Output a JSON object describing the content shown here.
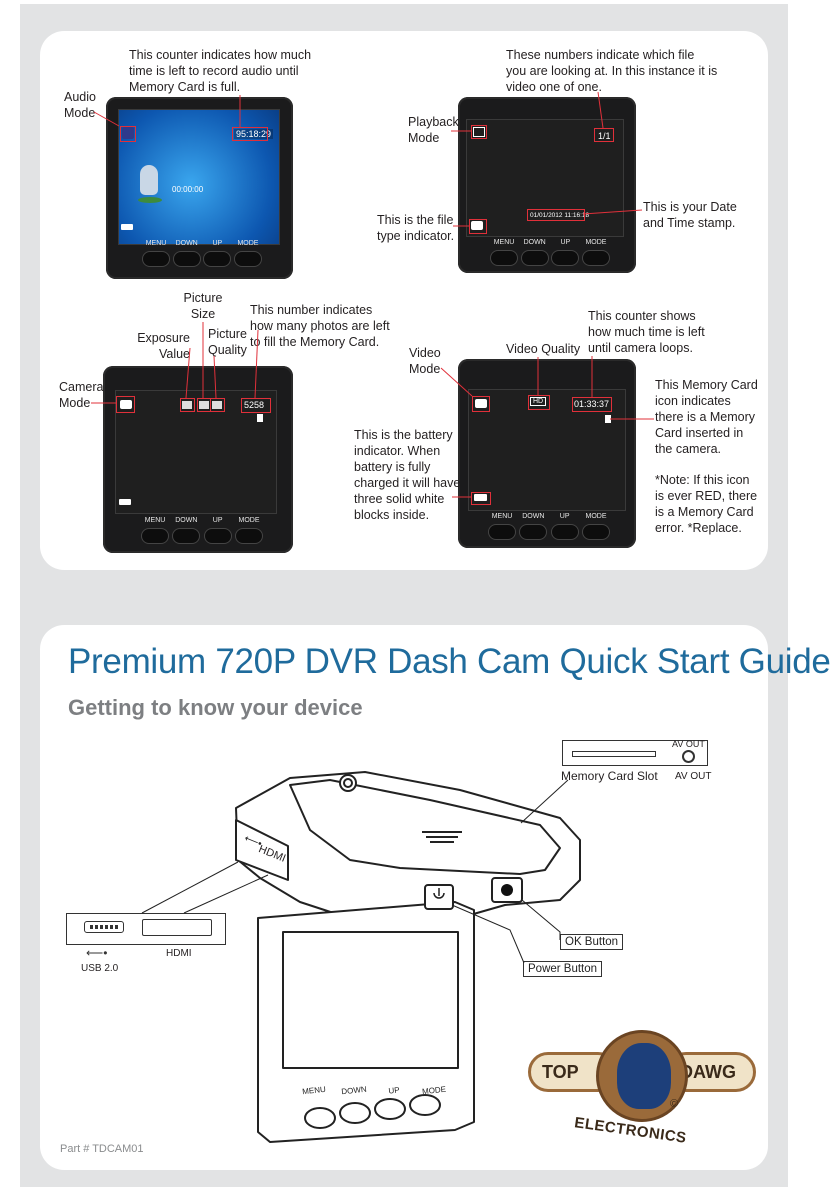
{
  "top_panel": {
    "audio": {
      "mode_label": "Audio\nMode",
      "counter_note": "This counter indicates how much\ntime is left to record audio until\nMemory Card is full.",
      "screen_time": "95:18:29",
      "screen_counter": "00:00:00"
    },
    "playback": {
      "mode_label": "Playback\nMode",
      "numbers_note": "These numbers indicate which file\nyou are looking at. In this instance it is\nvideo one of one.",
      "file_note": "This is the file\ntype indicator.",
      "date_note": "This is your Date\nand Time stamp.",
      "screen_counter": "1/1",
      "screen_date": "01/01/2012  11:16:18"
    },
    "camera": {
      "mode_label": "Camera\nMode",
      "exposure_label": "Exposure\nValue",
      "size_label": "Picture\nSize",
      "quality_label": "Picture\nQuality",
      "photos_note": "This number indicates\nhow many photos are left\nto fill the Memory Card.",
      "screen_count": "5258"
    },
    "video": {
      "mode_label": "Video\nMode",
      "quality_label": "Video Quality",
      "loop_note": "This counter shows\nhow much time is left\nuntil camera loops.",
      "battery_note": "This is the battery\nindicator. When\nbattery is fully\ncharged it will have\nthree solid white\nblocks inside.",
      "card_note": "This Memory Card\nicon indicates\nthere is a Memory\nCard inserted in\nthe camera.",
      "red_note": "*Note: If this icon\nis ever RED, there\nis a Memory Card\nerror. *Replace.",
      "screen_time": "01:33:37",
      "screen_hd": "HD"
    },
    "device_buttons": [
      "MENU",
      "DOWN",
      "UP",
      "MODE"
    ]
  },
  "bottom_panel": {
    "title": "Premium 720P DVR Dash Cam Quick Start Guide",
    "subtitle": "Getting to know your device",
    "hdmi_side": "HDMI",
    "av_out_small": "AV OUT",
    "memory_slot_label": "Memory Card Slot",
    "av_out_label": "AV OUT",
    "usb_label": "USB 2.0",
    "hdmi_label": "HDMI",
    "ok_button": "OK Button",
    "power_button": "Power Button",
    "buttons": [
      "MENU",
      "DOWN",
      "UP",
      "MODE"
    ],
    "part_number": "Part # TDCAM01"
  },
  "logo": {
    "top": "TOP",
    "dawg": "DAWG",
    "electronics": "ELECTRONICS",
    "copyright": "©"
  },
  "colors": {
    "title_blue": "#1f6b9c",
    "subtitle_gray": "#7d7f82",
    "annotation_red": "#e0303a",
    "background_gray": "#e2e3e4",
    "logo_brown": "#9a6a3a",
    "logo_cream": "#f0e3c8",
    "logo_blue": "#1d3f7a"
  }
}
